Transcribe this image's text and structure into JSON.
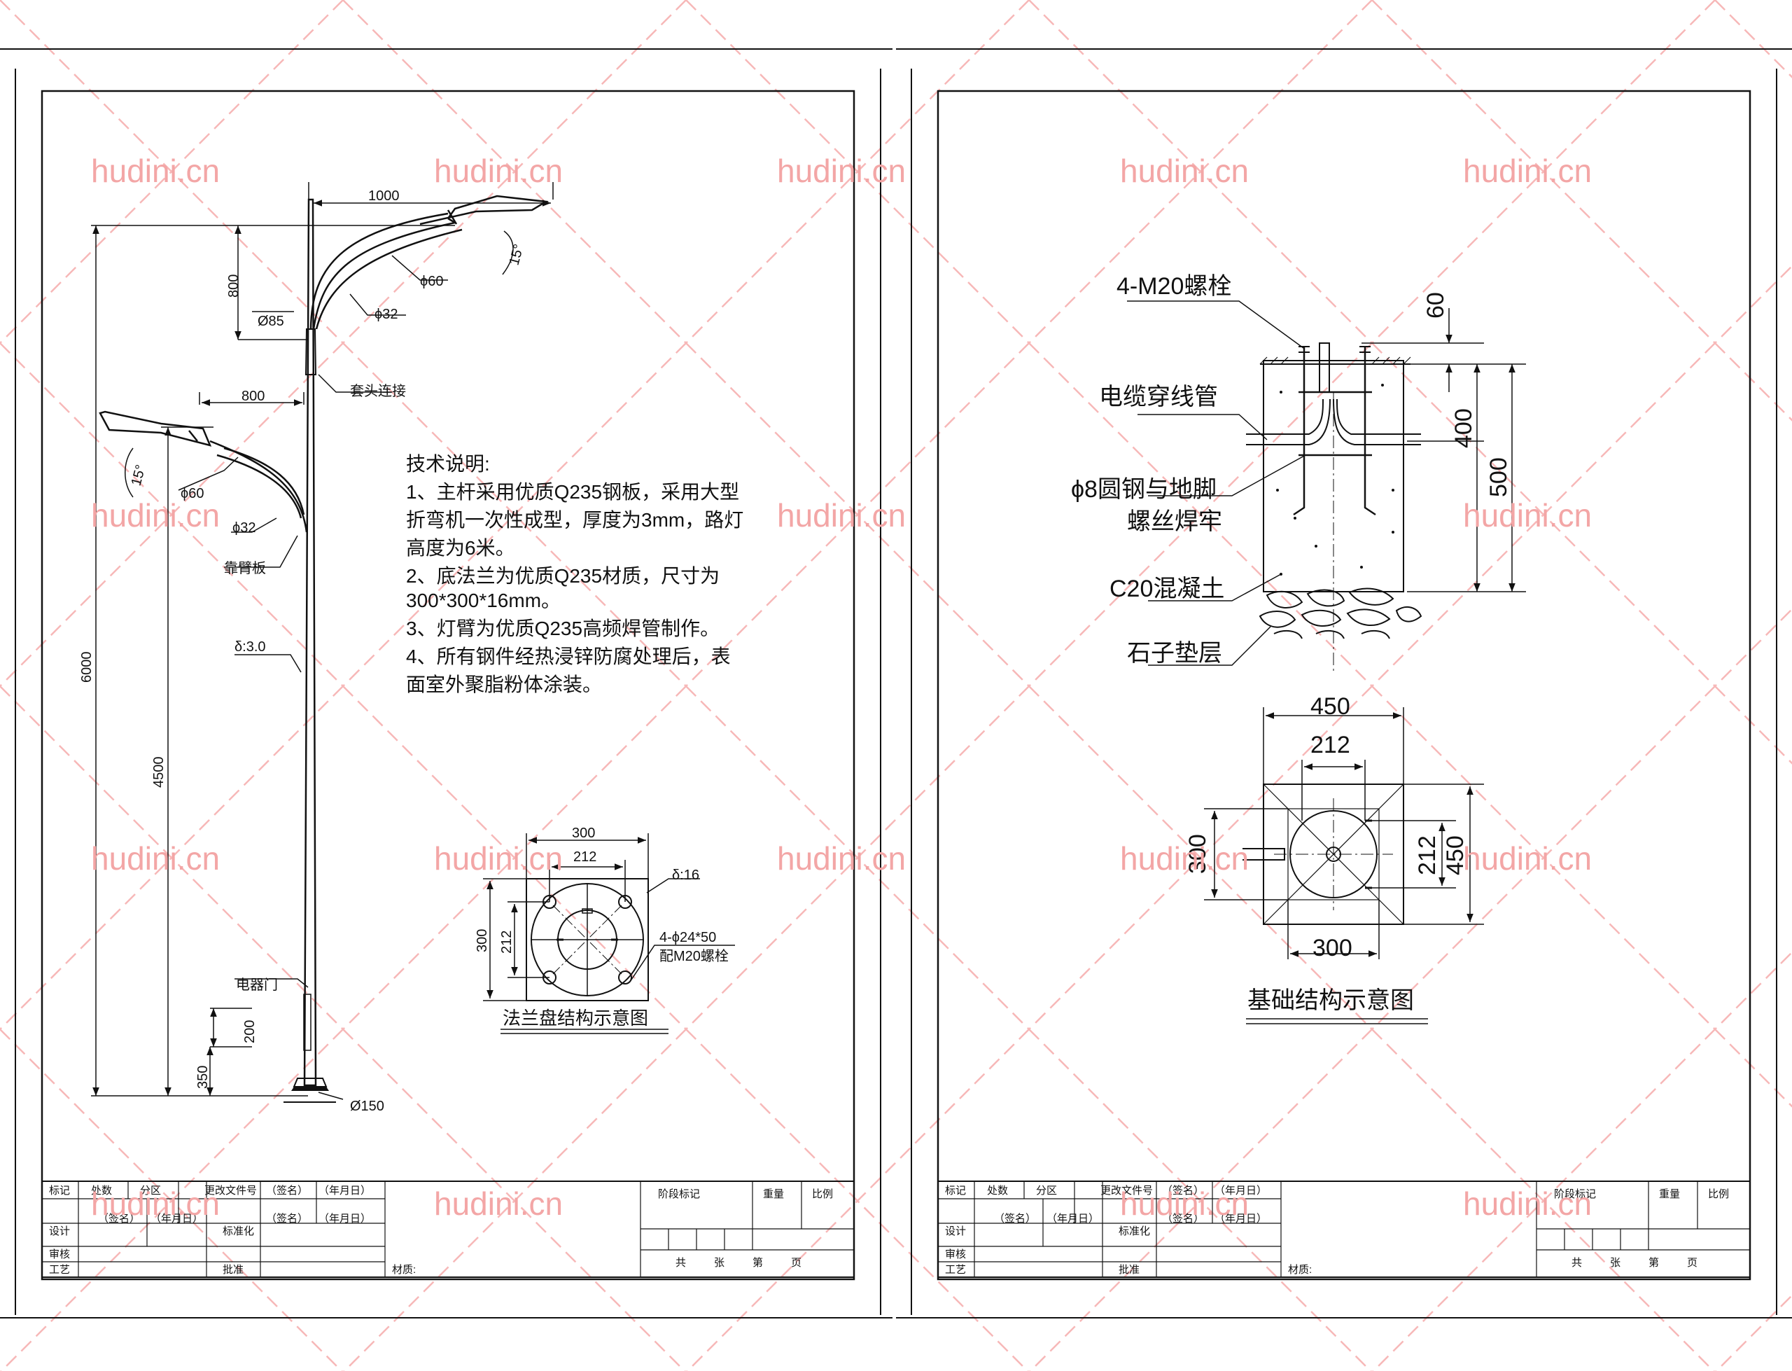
{
  "watermark": "hudini.cn",
  "colors": {
    "watermark": "#f3a6a6",
    "lines": "#111111",
    "background": "#ffffff"
  },
  "pole_sheet": {
    "dimensions": {
      "upper_arm": "1000",
      "lower_arm": "800",
      "arm_rise": "800",
      "total_height": "6000",
      "lower_height": "4500",
      "door_height": "200",
      "door_base": "350",
      "angle_upper": "15°",
      "angle_lower": "15°",
      "dia_arm_60_upper": "ϕ60",
      "dia_arm_32_upper": "ϕ32",
      "dia_pole_top": "Ø85",
      "dia_arm_60_lower": "ϕ60",
      "dia_arm_32_lower": "ϕ32",
      "dia_base": "Ø150",
      "thickness": "δ:3.0"
    },
    "labels": {
      "sleeve_joint": "套头连接",
      "arm_plate": "靠臂板",
      "electric_door": "电器门"
    },
    "tech_notes": {
      "title": "技术说明:",
      "lines": [
        "1、主杆采用优质Q235钢板，采用大型",
        "折弯机一次性成型，厚度为3mm，路灯",
        "高度为6米。",
        "2、底法兰为优质Q235材质，尺寸为",
        "300*300*16mm。",
        "3、灯臂为优质Q235高频焊管制作。",
        "4、所有钢件经热浸锌防腐处理后，表",
        "面室外聚脂粉体涂装。"
      ]
    },
    "flange": {
      "dim_300_top": "300",
      "dim_212_top": "212",
      "dim_300_left": "300",
      "dim_212_left": "212",
      "thickness": "δ:16",
      "holes": "4-ϕ24*50",
      "bolts": "配M20螺栓",
      "caption": "法兰盘结构示意图"
    }
  },
  "foundation_sheet": {
    "labels": {
      "bolts": "4-M20螺栓",
      "cable_pipe": "电缆穿线管",
      "rebar_line1": "ϕ8圆钢与地脚",
      "rebar_line2": "螺丝焊牢",
      "concrete": "C20混凝土",
      "gravel": "石子垫层"
    },
    "dims": {
      "d60": "60",
      "d400": "400",
      "d500": "500",
      "plan_450_top": "450",
      "plan_212_top": "212",
      "plan_300_left": "300",
      "plan_212_right": "212",
      "plan_450_right": "450",
      "plan_300_bottom": "300"
    },
    "caption": "基础结构示意图"
  },
  "title_block": {
    "row1": [
      "标记",
      "处数",
      "分区",
      "更改文件号",
      "（签名）",
      "（年月日）"
    ],
    "row2": [
      "设计",
      "（签名）",
      "（年月日）",
      "标准化",
      "（签名）",
      "（年月日）"
    ],
    "row3": [
      "审核"
    ],
    "row4": [
      "工艺",
      "批准"
    ],
    "material": "材质:",
    "stage_mark": "阶段标记",
    "weight": "重量",
    "scale": "比例",
    "sheets_left": [
      "共",
      "张",
      "第",
      "页"
    ],
    "sheets_right": [
      "共",
      "张",
      "第",
      "页"
    ]
  }
}
